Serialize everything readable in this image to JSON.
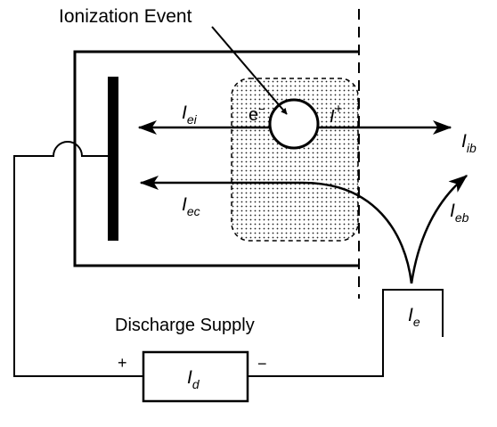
{
  "diagram": {
    "title_label": "Ionization Event",
    "supply_label": "Discharge Supply",
    "plus_sign": "+",
    "minus_sign": "−",
    "electron": {
      "base": "e",
      "sup": "−"
    },
    "ion": {
      "base": "I",
      "sup": "+"
    },
    "currents": {
      "I_ei": {
        "base": "I",
        "sub": "ei"
      },
      "I_ib": {
        "base": "I",
        "sub": "ib"
      },
      "I_ec": {
        "base": "I",
        "sub": "ec"
      },
      "I_eb": {
        "base": "I",
        "sub": "eb"
      },
      "I_e": {
        "base": "I",
        "sub": "e"
      },
      "I_d": {
        "base": "I",
        "sub": "d"
      }
    }
  }
}
